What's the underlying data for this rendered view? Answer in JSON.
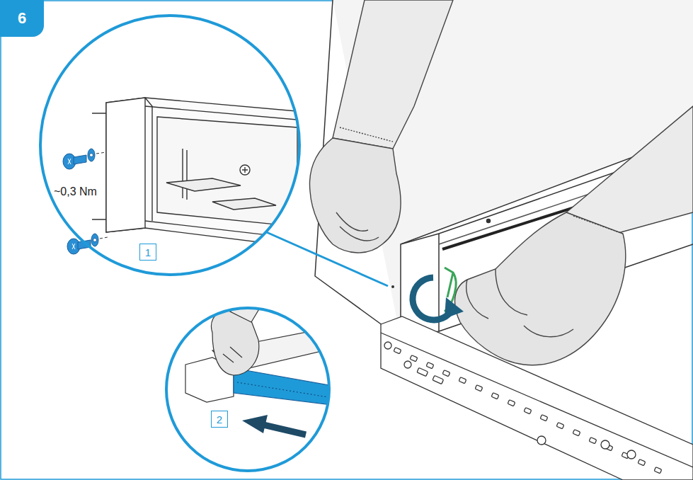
{
  "diagram": {
    "nodes": [
      {
        "text": [
          "6"
        ]
      },
      {
        "text": [
          "1"
        ]
      },
      {
        "text": [
          "2"
        ]
      }
    ],
    "labels": [
      "~0,3 Nm"
    ]
  }
}
